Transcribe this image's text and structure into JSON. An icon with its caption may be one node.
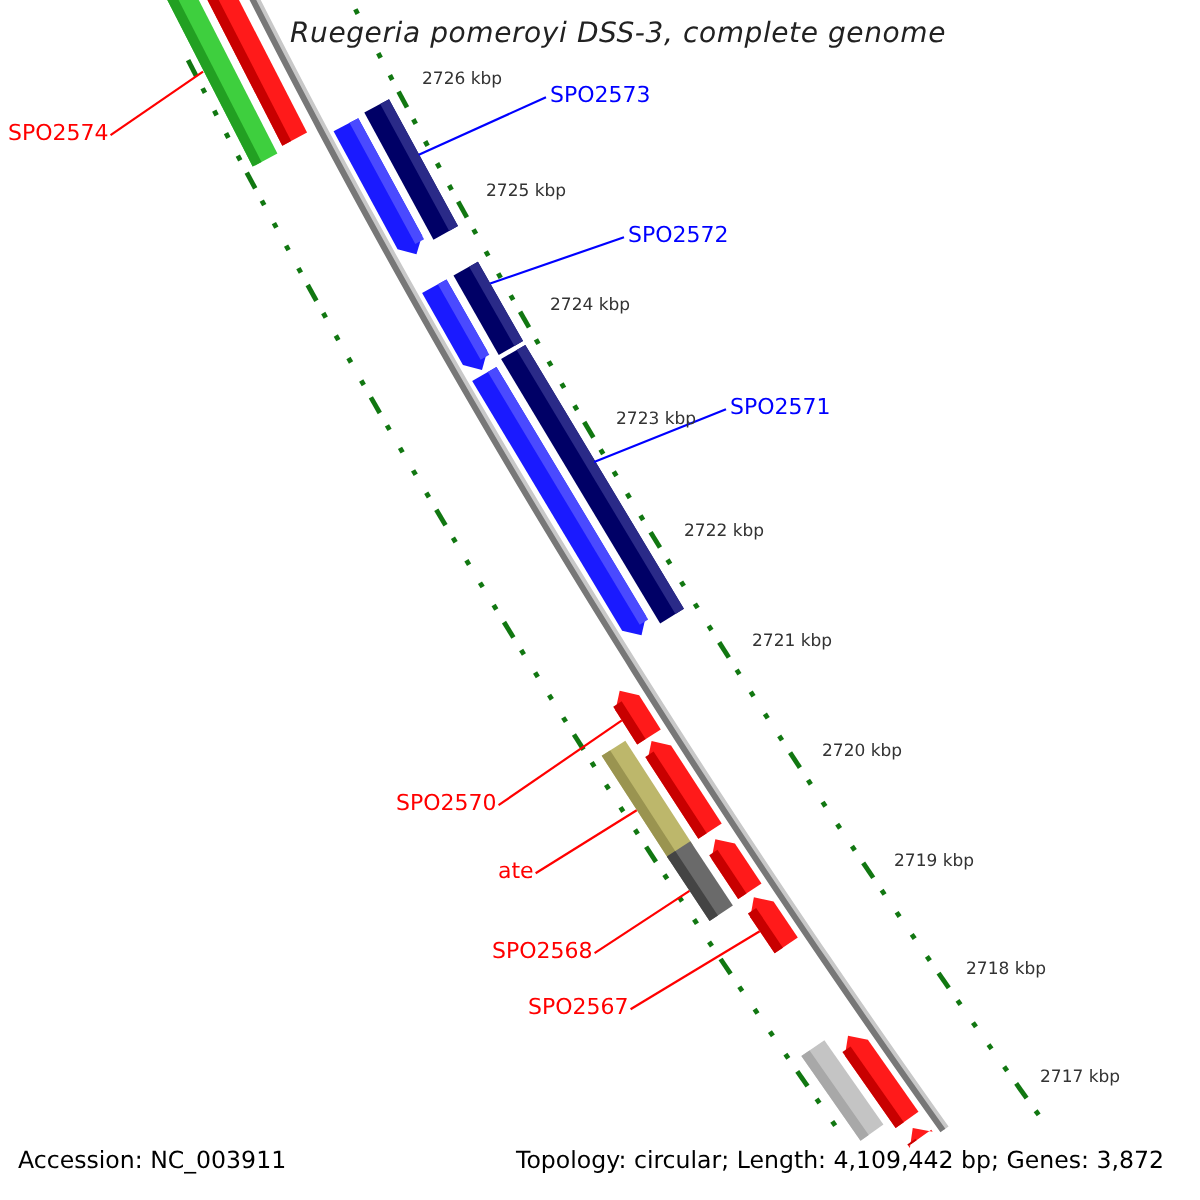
{
  "diagram": {
    "title": "Ruegeria pomeroyi DSS-3, complete genome",
    "nodes": [
      {
        "text": [
          "SPO2574"
        ]
      },
      {
        "text": [],
        "shape": "bar"
      },
      {
        "text": [],
        "shape": "bar"
      },
      {
        "text": [
          "SPO2573"
        ]
      },
      {
        "text": [],
        "shape": "bar"
      },
      {
        "text": [],
        "shape": "bar"
      },
      {
        "text": [
          "SPO2572"
        ]
      },
      {
        "text": [],
        "shape": "bar"
      },
      {
        "text": [],
        "shape": "bar"
      },
      {
        "text": [
          "SPO2571"
        ]
      },
      {
        "text": [],
        "shape": "bar"
      },
      {
        "text": [],
        "shape": "bar"
      },
      {
        "text": [],
        "shape": "bar"
      },
      {
        "text": [
          "SPO2570"
        ]
      },
      {
        "text": [],
        "shape": "bar"
      },
      {
        "text": [],
        "shape": "bar"
      },
      {
        "text": [
          "ate"
        ]
      },
      {
        "text": [],
        "shape": "bar"
      },
      {
        "text": [],
        "shape": "bar"
      },
      {
        "text": [
          "SPO2568"
        ]
      },
      {
        "text": [],
        "shape": "bar"
      },
      {
        "text": [
          "SPO2567"
        ]
      },
      {
        "text": [],
        "shape": "bar"
      },
      {
        "text": [],
        "shape": "bar"
      },
      {
        "text": [],
        "shape": "bar"
      }
    ],
    "edges": [
      {
        "from": 0,
        "to": 1,
        "arrow": "none",
        "color": "#ff0000"
      },
      {
        "from": 3,
        "to": 5,
        "arrow": "none",
        "color": "#0000ff"
      },
      {
        "from": 6,
        "to": 8,
        "arrow": "none",
        "color": "#0000ff"
      },
      {
        "from": 9,
        "to": 11,
        "arrow": "none",
        "color": "#0000ff"
      },
      {
        "from": 13,
        "to": 12,
        "arrow": "none",
        "color": "#ff0000"
      },
      {
        "from": 16,
        "to": 14,
        "arrow": "none",
        "color": "#ff0000"
      },
      {
        "from": 19,
        "to": 17,
        "arrow": "none",
        "color": "#ff0000"
      },
      {
        "from": 21,
        "to": 20,
        "arrow": "none",
        "color": "#ff0000"
      }
    ],
    "labels": [
      "2726 kbp",
      "2725 kbp",
      "2724 kbp",
      "2723 kbp",
      "2722 kbp",
      "2721 kbp",
      "2720 kbp",
      "2719 kbp",
      "2718 kbp",
      "2717 kbp",
      "Accession: NC_003911",
      "Topology: circular; Length: 4,109,442 bp; Genes: 3,872"
    ]
  }
}
